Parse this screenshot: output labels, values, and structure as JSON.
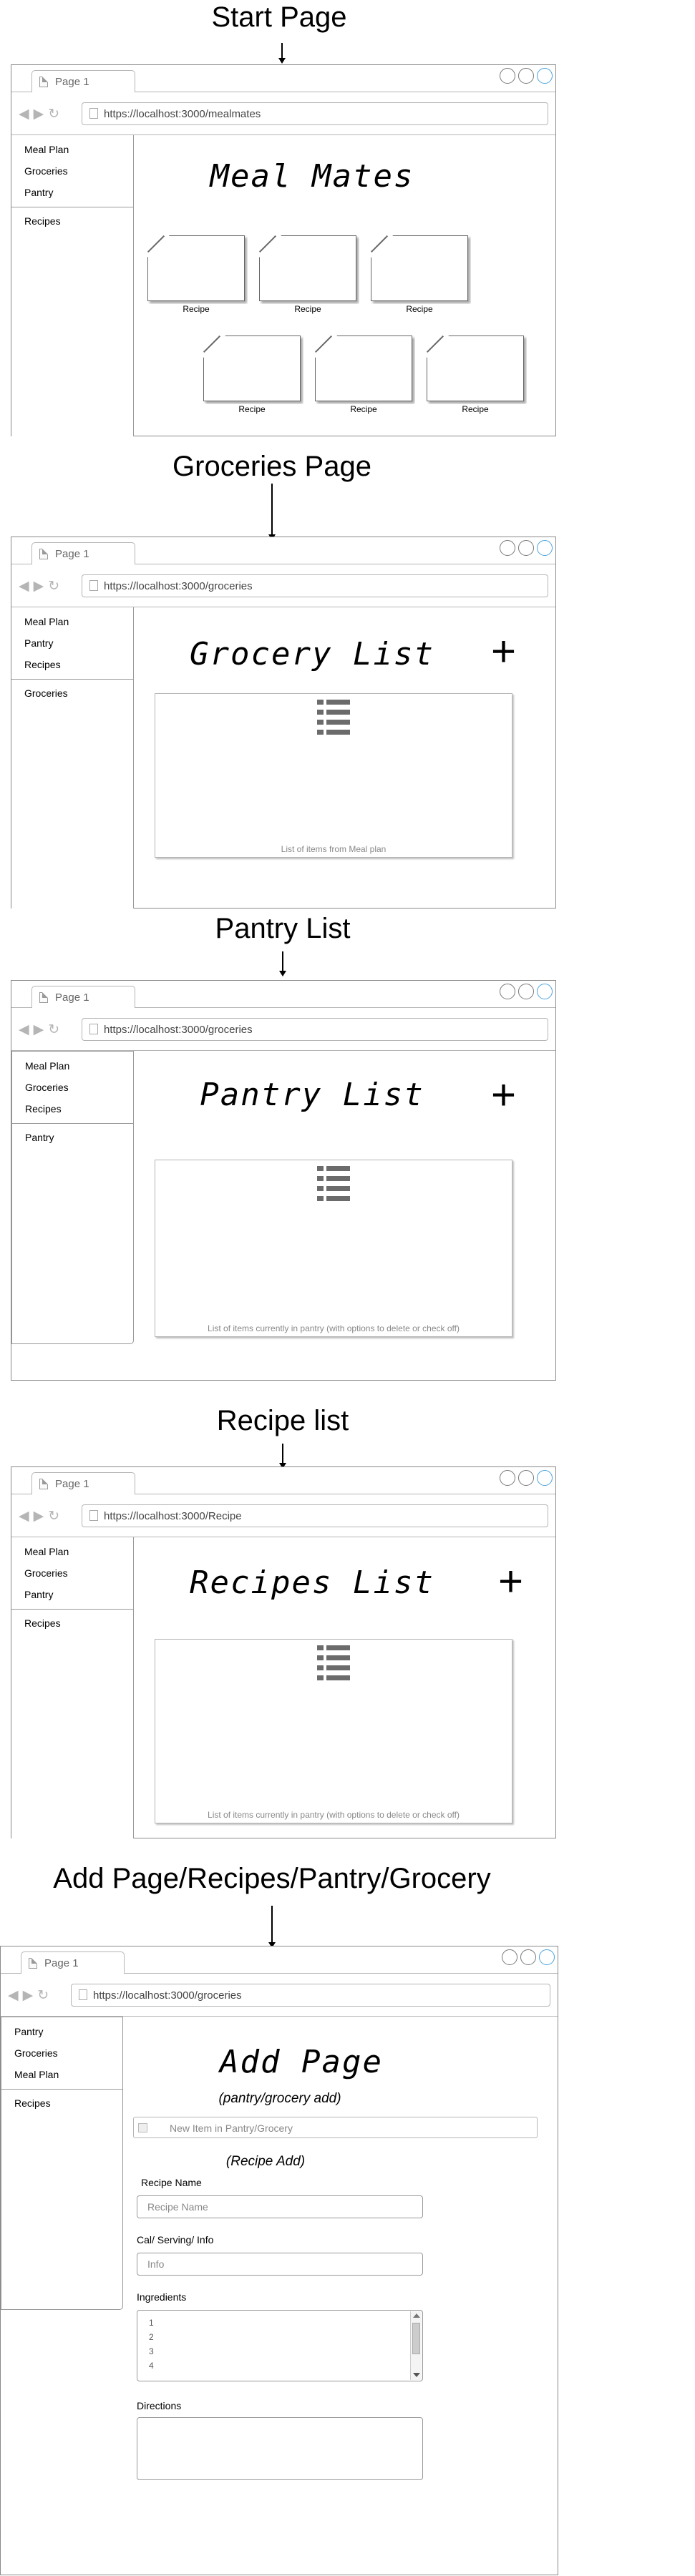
{
  "tab_label": "Page 1",
  "screens": {
    "start": {
      "heading": "Start Page",
      "url": "https://localhost:3000/mealmates",
      "sidebar": [
        "Meal Plan",
        "Groceries",
        "Pantry"
      ],
      "sidebar_secondary": "Recipes",
      "title": "Meal Mates",
      "recipe_label": "Recipe"
    },
    "groceries": {
      "heading": "Groceries Page",
      "url": "https://localhost:3000/groceries",
      "sidebar": [
        "Meal Plan",
        "Pantry",
        "Recipes"
      ],
      "sidebar_secondary": "Groceries",
      "title": "Grocery List",
      "plus": "+",
      "caption": "List of items from Meal plan"
    },
    "pantry": {
      "heading": "Pantry List",
      "url": "https://localhost:3000/groceries",
      "sidebar": [
        "Meal Plan",
        "Groceries",
        "Recipes"
      ],
      "sidebar_secondary": "Pantry",
      "title": "Pantry List",
      "plus": "+",
      "caption": "List of items currently in pantry (with options to delete or check off)"
    },
    "recipes": {
      "heading": "Recipe list",
      "url": "https://localhost:3000/Recipe",
      "sidebar": [
        "Meal Plan",
        "Groceries",
        "Pantry"
      ],
      "sidebar_secondary": "Recipes",
      "title": "Recipes List",
      "plus": "+",
      "caption": "List of items currently in pantry (with options to delete or check off)"
    },
    "add": {
      "heading": "Add Page/Recipes/Pantry/Grocery",
      "url": "https://localhost:3000/groceries",
      "sidebar": [
        "Pantry",
        "Groceries",
        "Meal Plan"
      ],
      "sidebar_secondary": "Recipes",
      "title": "Add Page",
      "pantry_add_label": "(pantry/grocery add)",
      "new_item_placeholder": "New Item in Pantry/Grocery",
      "recipe_add_label": "(Recipe Add)",
      "recipe_name_label": "Recipe Name",
      "recipe_name_placeholder": "Recipe Name",
      "info_label": "Cal/ Serving/ Info",
      "info_placeholder": "Info",
      "ingredients_label": "Ingredients",
      "ingredients": [
        "1",
        "2",
        "3",
        "4"
      ],
      "directions_label": "Directions"
    }
  }
}
